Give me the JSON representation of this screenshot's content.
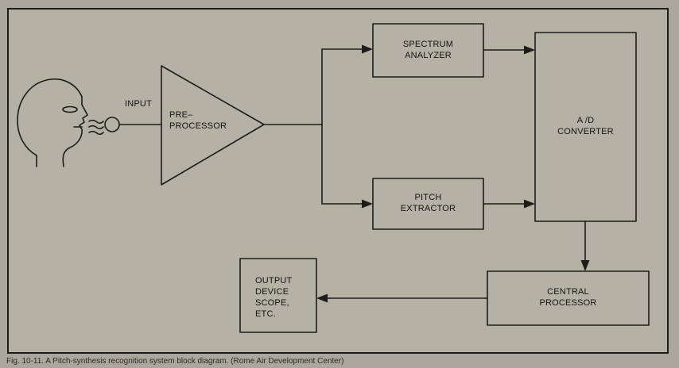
{
  "diagram": {
    "input_label": "INPUT",
    "preprocessor": [
      "PRE–",
      "PROCESSOR"
    ],
    "spectrum_analyzer": [
      "SPECTRUM",
      "ANALYZER"
    ],
    "pitch_extractor": [
      "PITCH",
      "EXTRACTOR"
    ],
    "ad_converter": [
      "A /D",
      "CONVERTER"
    ],
    "central_processor": [
      "CENTRAL",
      "PROCESSOR"
    ],
    "output_device": [
      "OUTPUT",
      "DEVICE",
      "SCOPE,",
      "ETC."
    ]
  },
  "caption": "Fig. 10-11. A Pitch-synthesis recognition system block diagram. (Rome Air Development Center)",
  "colors": {
    "background": "#aaa79c",
    "panel": "#b4b1a5",
    "ink": "#1c1c1a"
  }
}
